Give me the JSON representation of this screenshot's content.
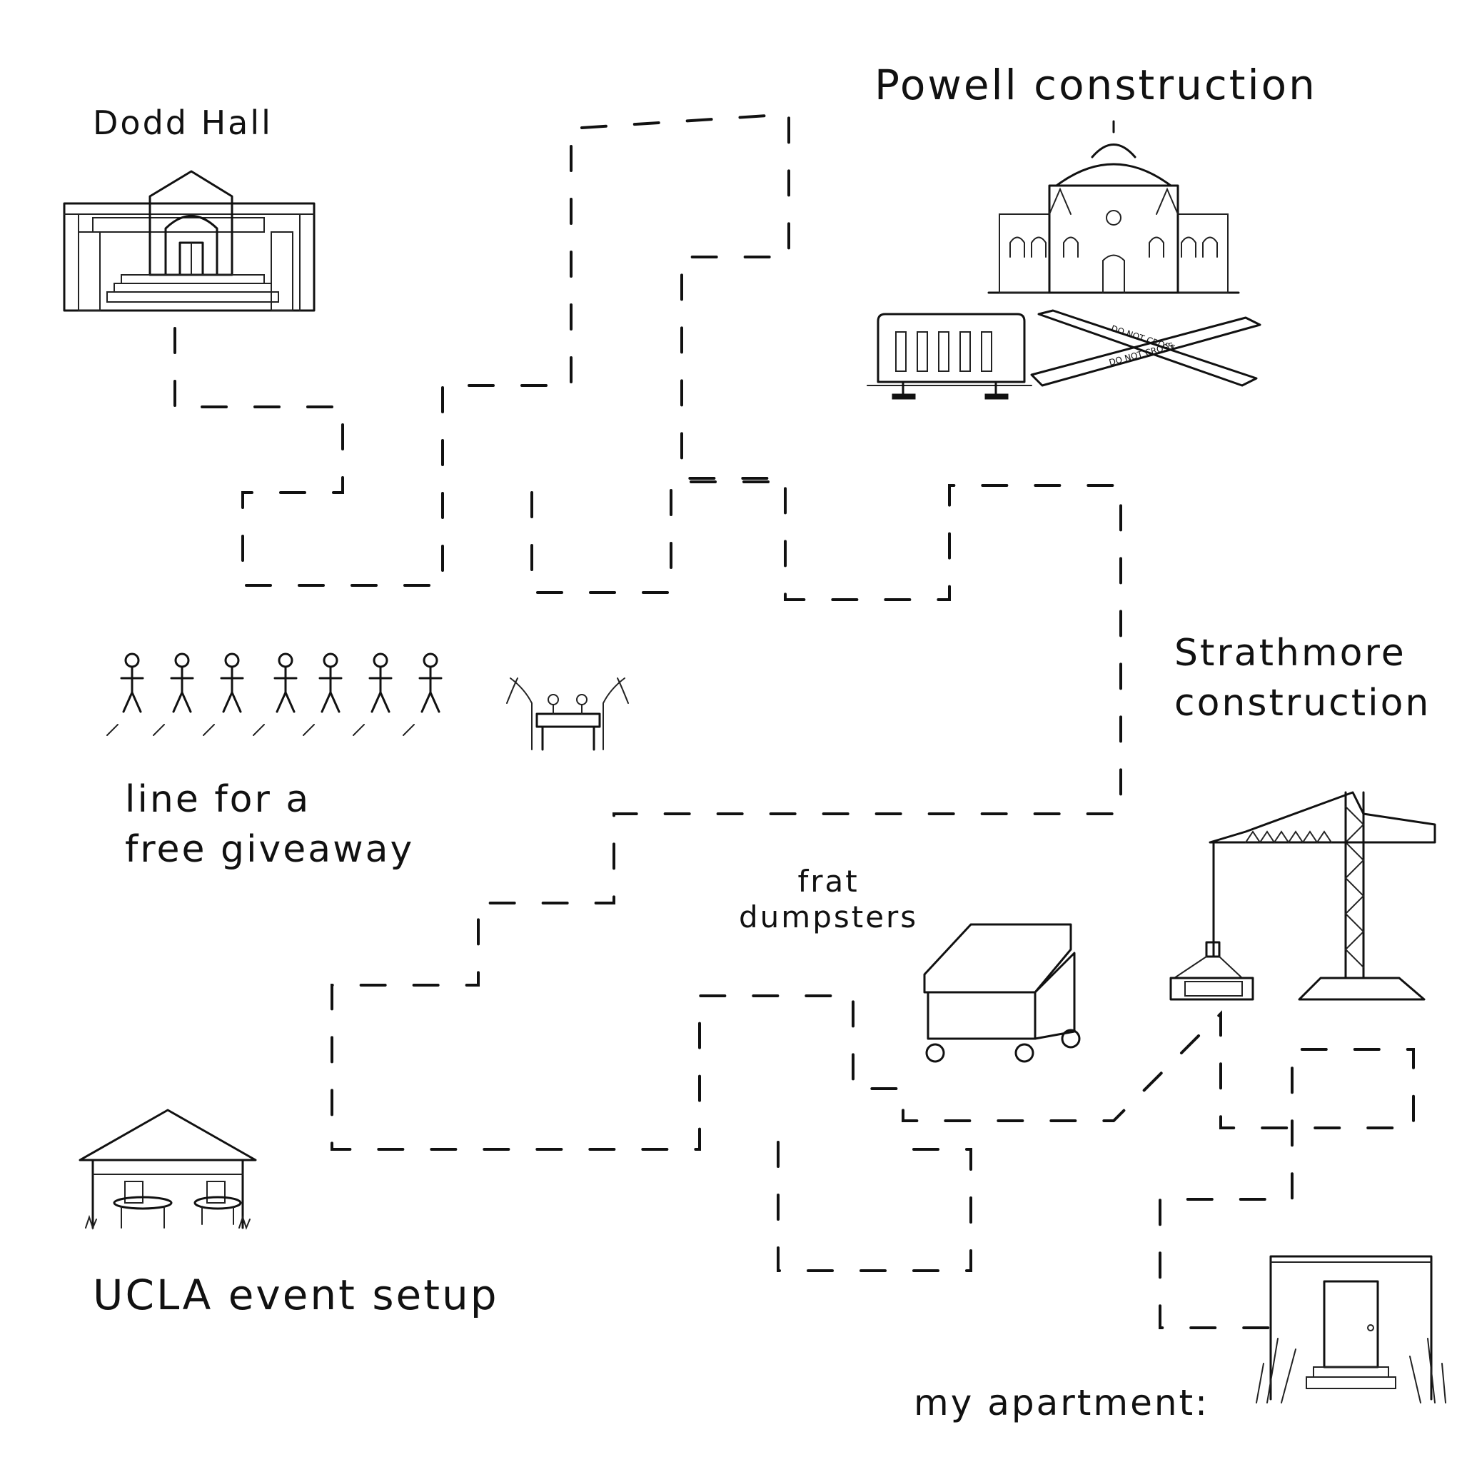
{
  "locations": {
    "dodd_hall": "Dodd Hall",
    "powell": "Powell construction",
    "strathmore": "Strathmore\nconstruction",
    "giveaway_line": "line for a\nfree giveaway",
    "frat_dumpsters": "frat\ndumpsters",
    "ucla_event": "UCLA event setup",
    "apartment": "my apartment:"
  },
  "tape_text": "DO NOT CROSS",
  "icons": [
    "dodd-hall-building-icon",
    "powell-library-icon",
    "barricade-icon",
    "caution-tape-icon",
    "stick-figure-icon",
    "giveaway-table-icon",
    "dumpster-icon",
    "tower-crane-icon",
    "gazebo-icon",
    "apartment-door-icon"
  ],
  "colors": {
    "ink": "#111111",
    "paper": "#ffffff"
  }
}
